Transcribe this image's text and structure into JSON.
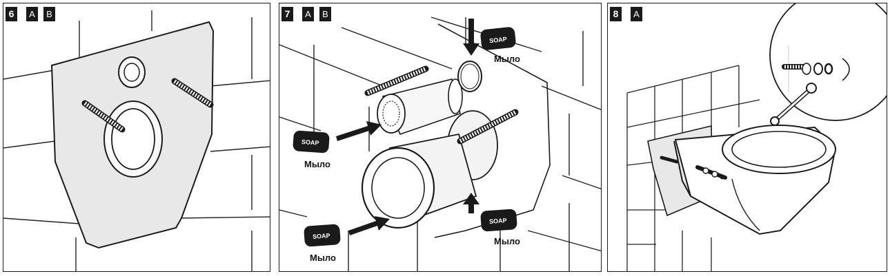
{
  "panels": [
    {
      "step": "6",
      "options": [
        "A",
        "B"
      ]
    },
    {
      "step": "7",
      "options": [
        "A",
        "B"
      ]
    },
    {
      "step": "8",
      "options": [
        "A"
      ]
    }
  ],
  "soap": {
    "badge_text": "SOAP",
    "label": "Мыло"
  }
}
